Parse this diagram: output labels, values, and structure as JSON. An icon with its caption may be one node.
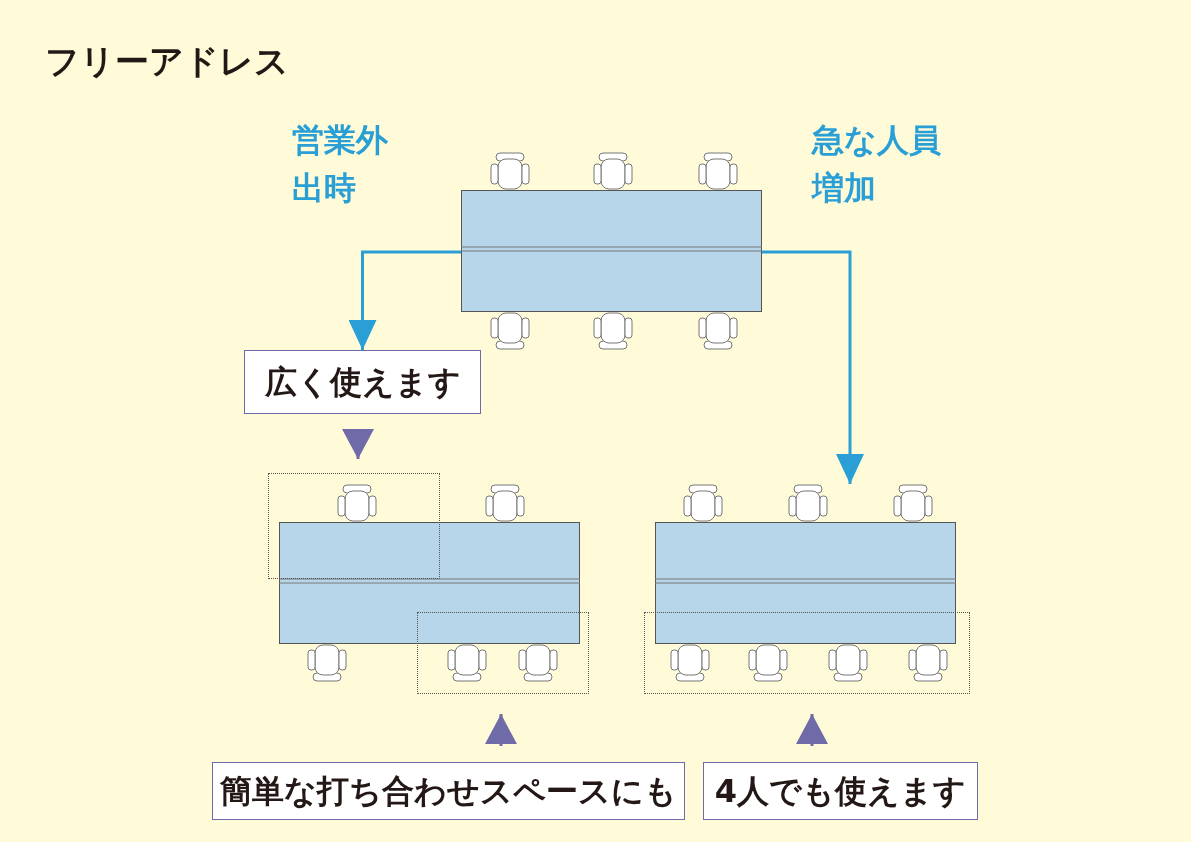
{
  "diagram": {
    "title": "フリーアドレス",
    "nodes": [
      {
        "text": [],
        "shape": "box"
      },
      {
        "text": [
          "広く使えます"
        ]
      },
      {
        "text": [],
        "shape": "box"
      },
      {
        "text": [],
        "shape": "box"
      },
      {
        "text": [],
        "shape": "box"
      },
      {
        "text": [],
        "shape": "box"
      },
      {
        "text": [],
        "shape": "box"
      },
      {
        "text": [
          "簡単な打ち合わせスペースにも"
        ]
      },
      {
        "text": [
          "4人でも使えます"
        ]
      }
    ],
    "edges": [
      {
        "from": 0,
        "to": 1,
        "arrow": "to",
        "label": "営業外出時",
        "color": "#2a9fd6"
      },
      {
        "from": 0,
        "to": 3,
        "arrow": "to",
        "label": "急な人員増加",
        "color": "#2a9fd6"
      },
      {
        "from": 1,
        "to": 4,
        "arrow": "to"
      },
      {
        "from": 7,
        "to": 5,
        "arrow": "to"
      },
      {
        "from": 8,
        "to": 6,
        "arrow": "to"
      }
    ]
  }
}
